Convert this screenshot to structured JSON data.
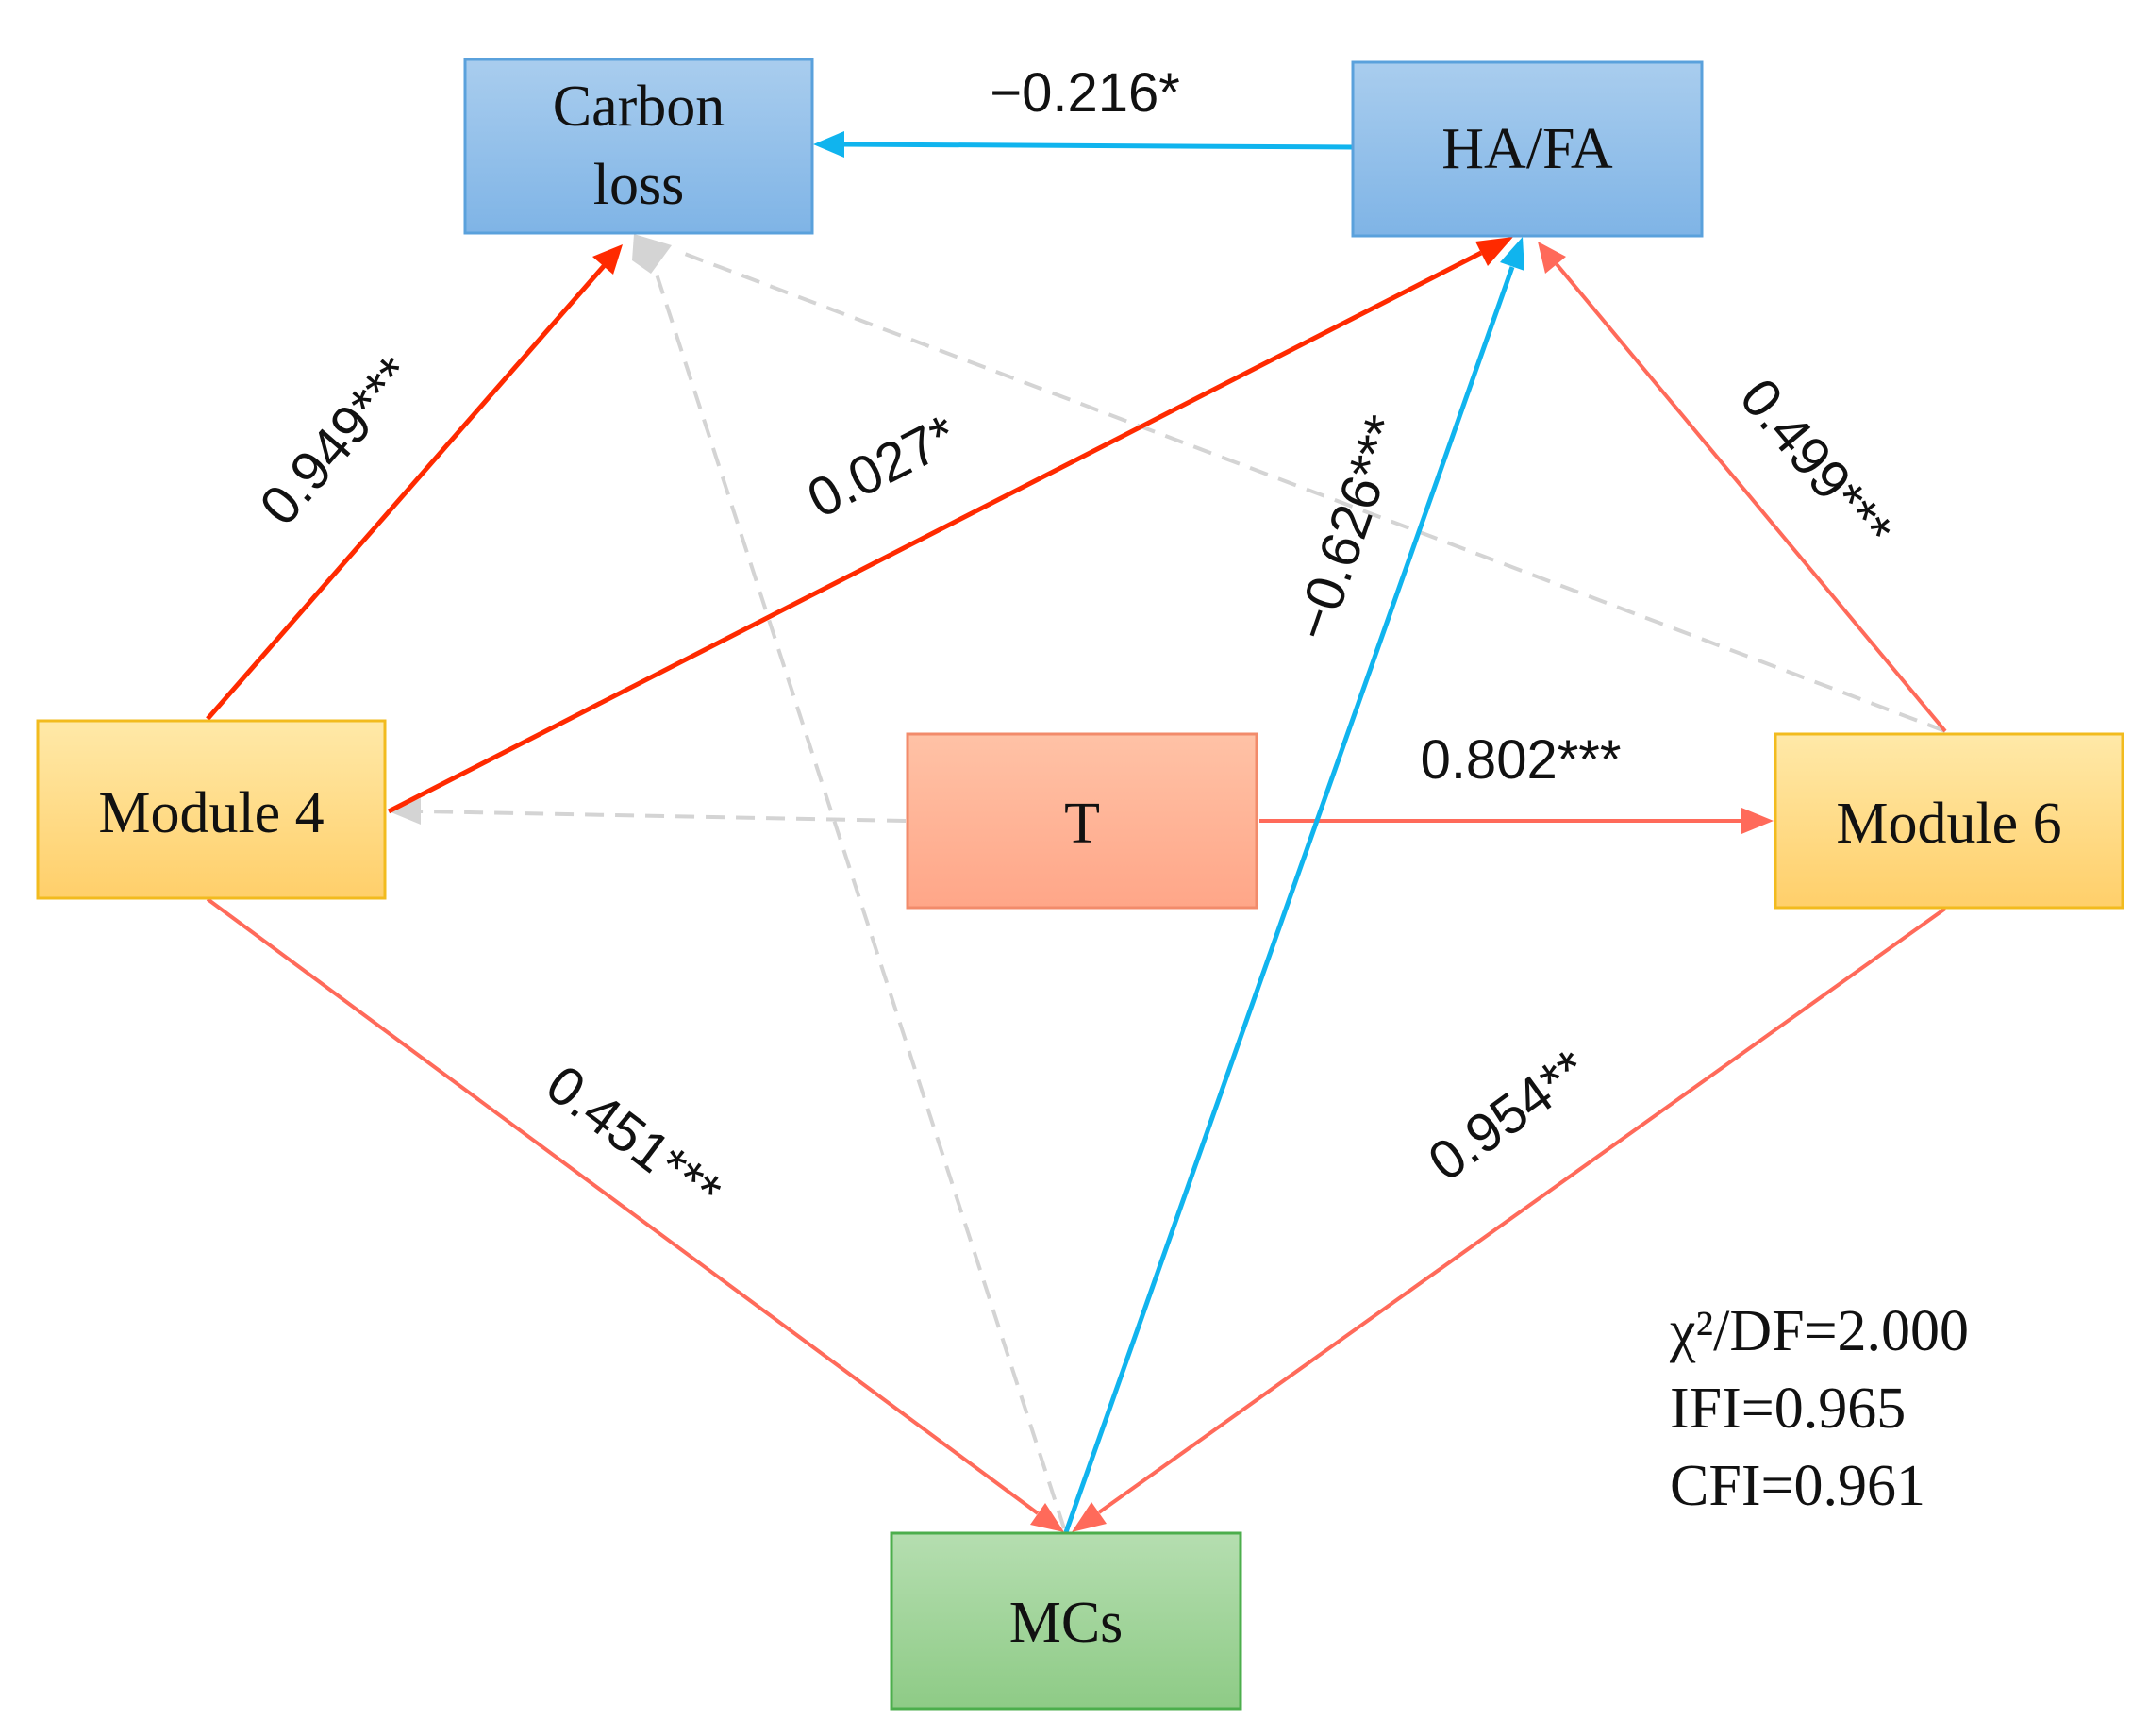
{
  "colors": {
    "positive_strong": "#ff2a00",
    "positive": "#ff6a5a",
    "negative": "#10b4ee",
    "nonsignificant": "#d4d4d4"
  },
  "nodes": {
    "carbon_loss": {
      "line1": "Carbon",
      "line2": "loss"
    },
    "ha_fa": {
      "label": "HA/FA"
    },
    "module4": {
      "label": "Module 4"
    },
    "t": {
      "label": "T"
    },
    "module6": {
      "label": "Module 6"
    },
    "mcs": {
      "label": "MCs"
    }
  },
  "paths": [
    {
      "from": "HA/FA",
      "to": "Carbon loss",
      "coefficient": "−0.216*",
      "sign": "negative"
    },
    {
      "from": "Module 4",
      "to": "Carbon loss",
      "coefficient": "0.949***",
      "sign": "positive"
    },
    {
      "from": "Module 4",
      "to": "HA/FA",
      "coefficient": "0.027*",
      "sign": "positive"
    },
    {
      "from": "MCs",
      "to": "HA/FA",
      "coefficient": "−0.626***",
      "sign": "negative"
    },
    {
      "from": "Module 6",
      "to": "HA/FA",
      "coefficient": "0.499***",
      "sign": "positive"
    },
    {
      "from": "T",
      "to": "Module 6",
      "coefficient": "0.802***",
      "sign": "positive"
    },
    {
      "from": "Module 4",
      "to": "MCs",
      "coefficient": "0.451***",
      "sign": "positive"
    },
    {
      "from": "Module 6",
      "to": "MCs",
      "coefficient": "0.954**",
      "sign": "positive"
    },
    {
      "from": "T",
      "to": "Module 4",
      "coefficient": "",
      "sign": "nonsignificant"
    },
    {
      "from": "Module 6",
      "to": "Carbon loss",
      "coefficient": "",
      "sign": "nonsignificant"
    },
    {
      "from": "MCs",
      "to": "Carbon loss",
      "coefficient": "",
      "sign": "nonsignificant"
    }
  ],
  "fit_stats": {
    "chi2_df": "χ²/DF=2.000",
    "ifi": "IFI=0.965",
    "cfi": "CFI=0.961"
  }
}
